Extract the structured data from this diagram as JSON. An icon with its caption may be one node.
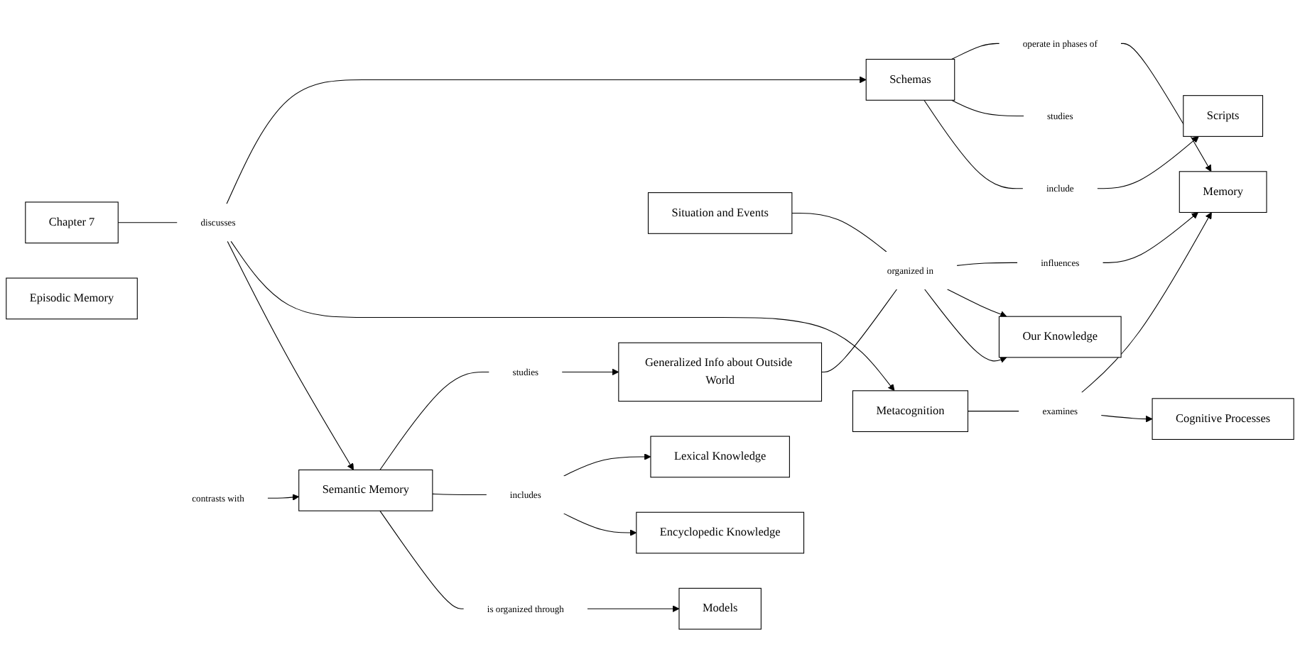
{
  "diagram": {
    "nodes": [
      {
        "text": [
          "Chapter 7"
        ]
      },
      {
        "text": [
          "Semantic Memory"
        ]
      },
      {
        "text": [
          "discusses"
        ]
      },
      {
        "text": [
          "Metacognition"
        ]
      },
      {
        "text": [
          "Schemas"
        ]
      },
      {
        "text": [
          "include"
        ]
      },
      {
        "text": [
          "Scripts"
        ]
      },
      {
        "text": [
          "is organized through"
        ]
      },
      {
        "text": [
          "contrasts with"
        ]
      },
      {
        "text": [
          "Episodic Memory"
        ]
      },
      {
        "text": [
          "includes"
        ]
      },
      {
        "text": [
          "studies"
        ]
      },
      {
        "text": [
          "studies"
        ]
      },
      {
        "text": [
          "operate in phases of"
        ]
      },
      {
        "text": [
          "Models"
        ]
      },
      {
        "text": [
          "Situation and Events"
        ]
      },
      {
        "text": [
          "examines"
        ]
      },
      {
        "text": [
          "Cognitive Processes"
        ]
      },
      {
        "text": [
          "Memory"
        ]
      },
      {
        "text": [
          "Encyclopedic Knowledge"
        ]
      },
      {
        "text": [
          "Lexical Knowledge"
        ]
      },
      {
        "text": [
          "Generalized Info about Outside World"
        ]
      },
      {
        "text": [
          "organized in"
        ]
      },
      {
        "text": [
          "influences"
        ]
      },
      {
        "text": [
          "Our Knowledge"
        ]
      }
    ],
    "edges": [
      {
        "from": 0,
        "to": 2,
        "arrow": "none"
      },
      {
        "from": 2,
        "to": 1,
        "arrow": "to"
      },
      {
        "from": 2,
        "to": 3,
        "arrow": "to"
      },
      {
        "from": 2,
        "to": 4,
        "arrow": "to"
      },
      {
        "from": 1,
        "to": 7,
        "arrow": "none"
      },
      {
        "from": 7,
        "to": 14,
        "arrow": "to"
      },
      {
        "from": 8,
        "to": 1,
        "arrow": "to"
      },
      {
        "from": 1,
        "to": 10,
        "arrow": "none"
      },
      {
        "from": 10,
        "to": 19,
        "arrow": "to"
      },
      {
        "from": 10,
        "to": 20,
        "arrow": "to"
      },
      {
        "from": 1,
        "to": 11,
        "arrow": "none"
      },
      {
        "from": 11,
        "to": 21,
        "arrow": "to"
      },
      {
        "from": 4,
        "to": 5,
        "arrow": "none"
      },
      {
        "from": 5,
        "to": 6,
        "arrow": "to"
      },
      {
        "from": 4,
        "to": 12,
        "arrow": "none"
      },
      {
        "from": 4,
        "to": 13,
        "arrow": "none"
      },
      {
        "from": 13,
        "to": 18,
        "arrow": "to"
      },
      {
        "from": 3,
        "to": 16,
        "arrow": "none"
      },
      {
        "from": 16,
        "to": 17,
        "arrow": "to"
      },
      {
        "from": 16,
        "to": 18,
        "arrow": "to"
      },
      {
        "from": 15,
        "to": 22,
        "arrow": "none"
      },
      {
        "from": 21,
        "to": 22,
        "arrow": "none"
      },
      {
        "from": 22,
        "to": 24,
        "arrow": "to"
      },
      {
        "from": 22,
        "to": 24,
        "arrow": "to"
      },
      {
        "from": 22,
        "to": 23,
        "arrow": "none"
      },
      {
        "from": 23,
        "to": 18,
        "arrow": "to"
      }
    ]
  }
}
